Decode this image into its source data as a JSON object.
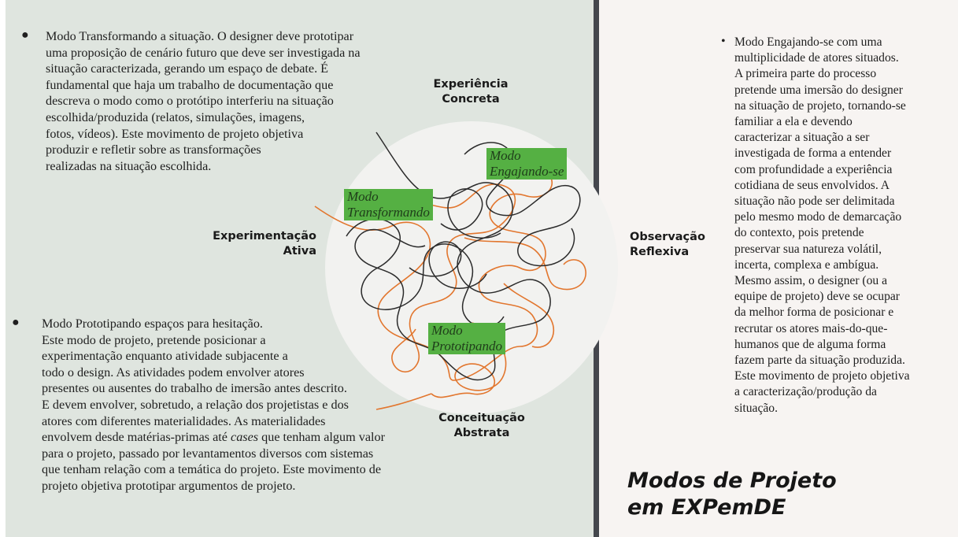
{
  "transformando_text": [
    "Modo Transformando a situação. O designer deve prototipar",
    "uma proposição de cenário futuro que deve ser investigada na",
    "situação caracterizada, gerando um espaço de debate. É",
    "fundamental que haja um trabalho de documentação que",
    "descreva o modo como o protótipo interferiu na situação",
    "escolhida/produzida (relatos, simulações, imagens,",
    " fotos, vídeos). Este movimento de projeto objetiva",
    " produzir e refletir sobre as transformações",
    "realizadas na situação escolhida."
  ],
  "prototipando_text": [
    "Modo Prototipando espaços para hesitação.",
    "Este modo de projeto, pretende posicionar a",
    "experimentação enquanto atividade subjacente a",
    "todo o design. As atividades podem envolver atores",
    " presentes ou ausentes do trabalho de imersão antes descrito.",
    "E devem envolver, sobretudo, a relação dos projetistas e dos",
    "atores com diferentes materialidades. As materialidades",
    "envolvem desde matérias-primas até cases que tenham algum valor",
    "para o projeto, passado por levantamentos diversos com sistemas",
    "que tenham relação com a temática do projeto. Este movimento de",
    "projeto objetiva prototipar argumentos de projeto."
  ],
  "engajando_text": [
    "Modo Engajando-se com uma",
    "multiplicidade de atores situados.",
    "A primeira parte do processo",
    "pretende uma imersão do designer",
    "na situação de projeto, tornando-se",
    "familiar a ela e devendo",
    "caracterizar a situação a ser",
    "investigada de forma a entender",
    "com profundidade a experiência",
    "cotidiana de seus envolvidos. A",
    "situação não pode ser delimitada",
    "pelo mesmo modo de demarcação",
    "do contexto, pois pretende",
    "preservar sua natureza volátil,",
    "incerta, complexa e ambígua.",
    "Mesmo assim, o designer (ou a",
    "equipe de projeto) deve se ocupar",
    "da melhor forma de posicionar e",
    "recrutar os atores mais-do-que-",
    "humanos que de alguma forma",
    "fazem parte da situação produzida.",
    "Este movimento de projeto objetiva",
    "a caracterização/produção da",
    "situação."
  ],
  "bullets": {
    "round": "●",
    "small": "•"
  },
  "axes": {
    "top": [
      "Experiência",
      "Concreta"
    ],
    "left": [
      "Experimentação",
      "Ativa"
    ],
    "right": [
      "Observação",
      "Reflexiva"
    ],
    "bottom": [
      "Conceituação",
      "Abstrata"
    ]
  },
  "modes": {
    "engajando": [
      "Modo",
      "Engajando-se"
    ],
    "transformando": [
      "Modo",
      "Transformando"
    ],
    "prototipando": [
      "Modo",
      "Prototipando"
    ]
  },
  "title": [
    "Modos de Projeto",
    "em EXPemDE"
  ],
  "colors": {
    "left_bg": "#dfe5df",
    "right_bg": "#f7f4f2",
    "divider": "#44474d",
    "circle": "#f2f2f0",
    "mode_label_bg": "#55b043",
    "scribble_dark": "#2b2b2b",
    "scribble_orange": "#e2762e"
  }
}
